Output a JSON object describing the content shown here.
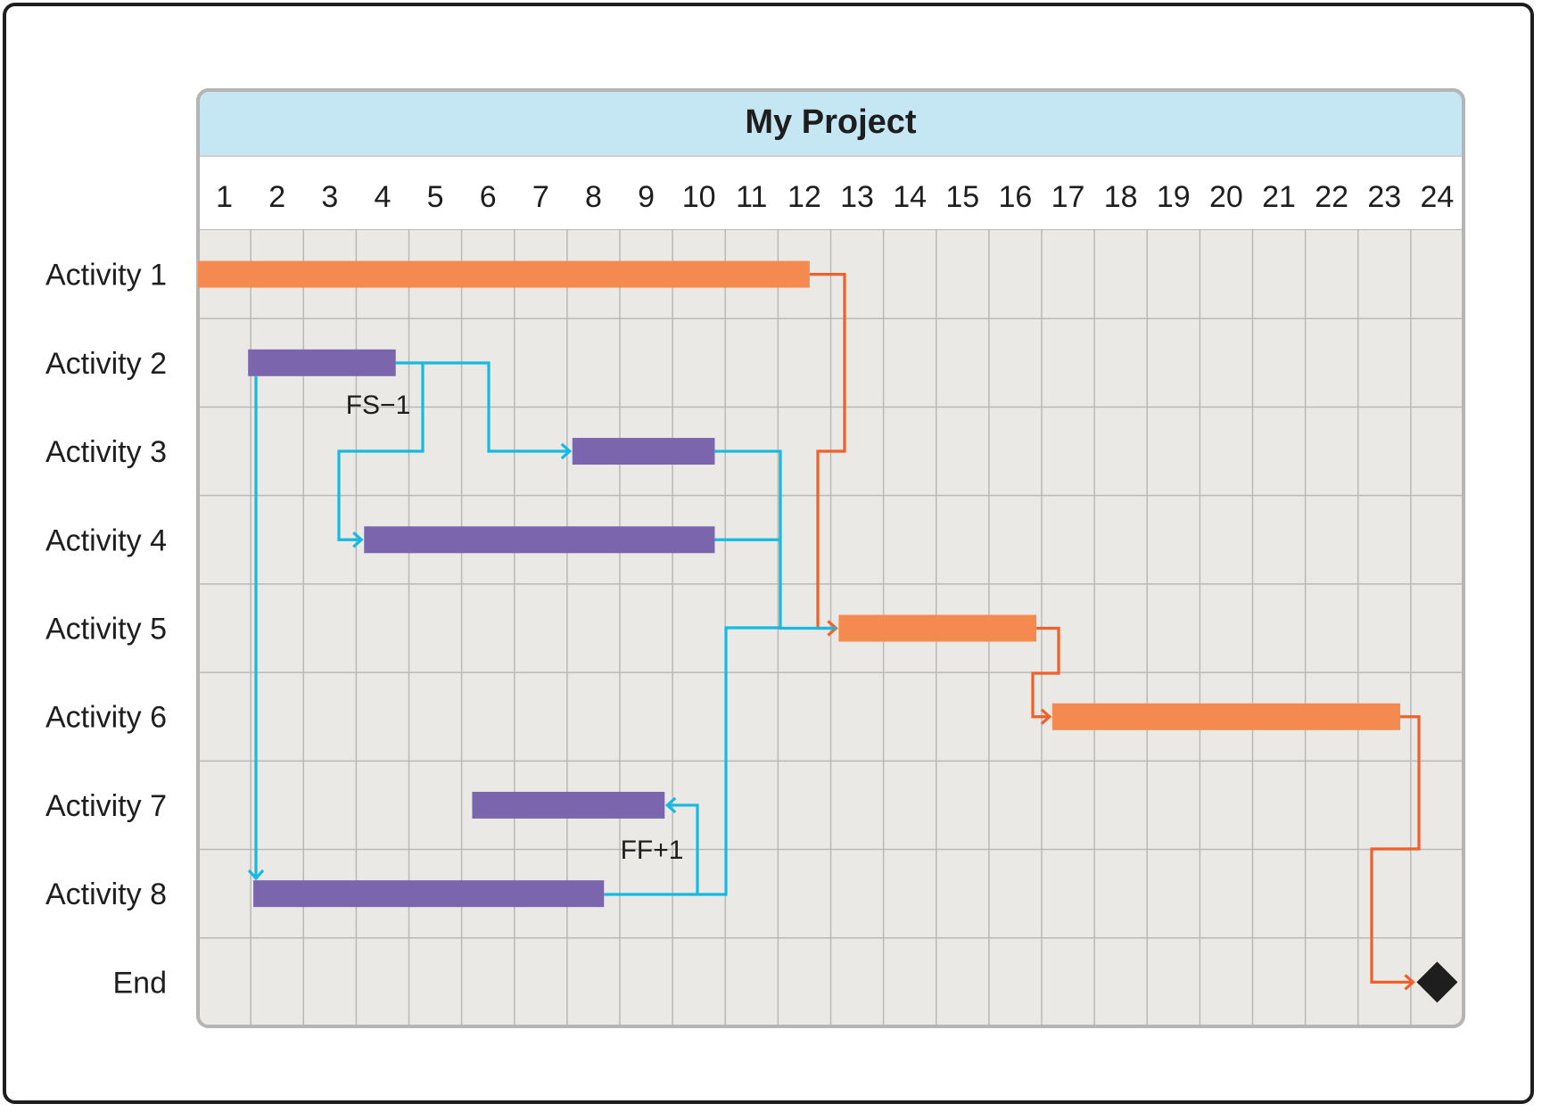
{
  "chart_data": {
    "type": "gantt",
    "title": "My Project",
    "columns": [
      "1",
      "2",
      "3",
      "4",
      "5",
      "6",
      "7",
      "8",
      "9",
      "10",
      "11",
      "12",
      "13",
      "14",
      "15",
      "16",
      "17",
      "18",
      "19",
      "20",
      "21",
      "22",
      "23",
      "24"
    ],
    "rows": [
      "Activity 1",
      "Activity 2",
      "Activity 3",
      "Activity 4",
      "Activity 5",
      "Activity 6",
      "Activity 7",
      "Activity 8",
      "End"
    ],
    "colors": {
      "critical": "#f58a50",
      "critical_link": "#f0602a",
      "noncritical": "#7b66ae",
      "noncritical_link": "#16b9e0",
      "header_bg": "#c5e7f3",
      "grid_bg": "#ebe9e5",
      "grid_line": "#b9b9b9",
      "milestone": "#1e1e1e"
    },
    "tasks": [
      {
        "name": "Activity 1",
        "start": 1,
        "end": 12.6,
        "critical": true
      },
      {
        "name": "Activity 2",
        "start": 1.95,
        "end": 4.75,
        "critical": false
      },
      {
        "name": "Activity 3",
        "start": 8.1,
        "end": 10.8,
        "critical": false
      },
      {
        "name": "Activity 4",
        "start": 4.15,
        "end": 10.8,
        "critical": false
      },
      {
        "name": "Activity 5",
        "start": 13.15,
        "end": 16.9,
        "critical": true
      },
      {
        "name": "Activity 6",
        "start": 17.2,
        "end": 23.8,
        "critical": true
      },
      {
        "name": "Activity 7",
        "start": 6.2,
        "end": 9.85,
        "critical": false
      },
      {
        "name": "Activity 8",
        "start": 2.05,
        "end": 8.7,
        "critical": false
      }
    ],
    "milestone": {
      "name": "End",
      "at": 24
    },
    "dependencies": [
      {
        "from": "Activity 1",
        "to": "Activity 5",
        "critical": true
      },
      {
        "from": "Activity 2",
        "to": "Activity 3",
        "critical": false
      },
      {
        "from": "Activity 2",
        "to": "Activity 4",
        "critical": false,
        "label": "FS−1"
      },
      {
        "from": "Activity 2",
        "to": "Activity 8",
        "critical": false
      },
      {
        "from": "Activity 3",
        "to": "Activity 5",
        "critical": false
      },
      {
        "from": "Activity 4",
        "to": "Activity 5",
        "critical": false
      },
      {
        "from": "Activity 8",
        "to": "Activity 5",
        "critical": false
      },
      {
        "from": "Activity 8",
        "to": "Activity 7",
        "critical": false,
        "label": "FF+1"
      },
      {
        "from": "Activity 5",
        "to": "Activity 6",
        "critical": true
      },
      {
        "from": "Activity 6",
        "to": "End",
        "critical": true
      }
    ]
  }
}
